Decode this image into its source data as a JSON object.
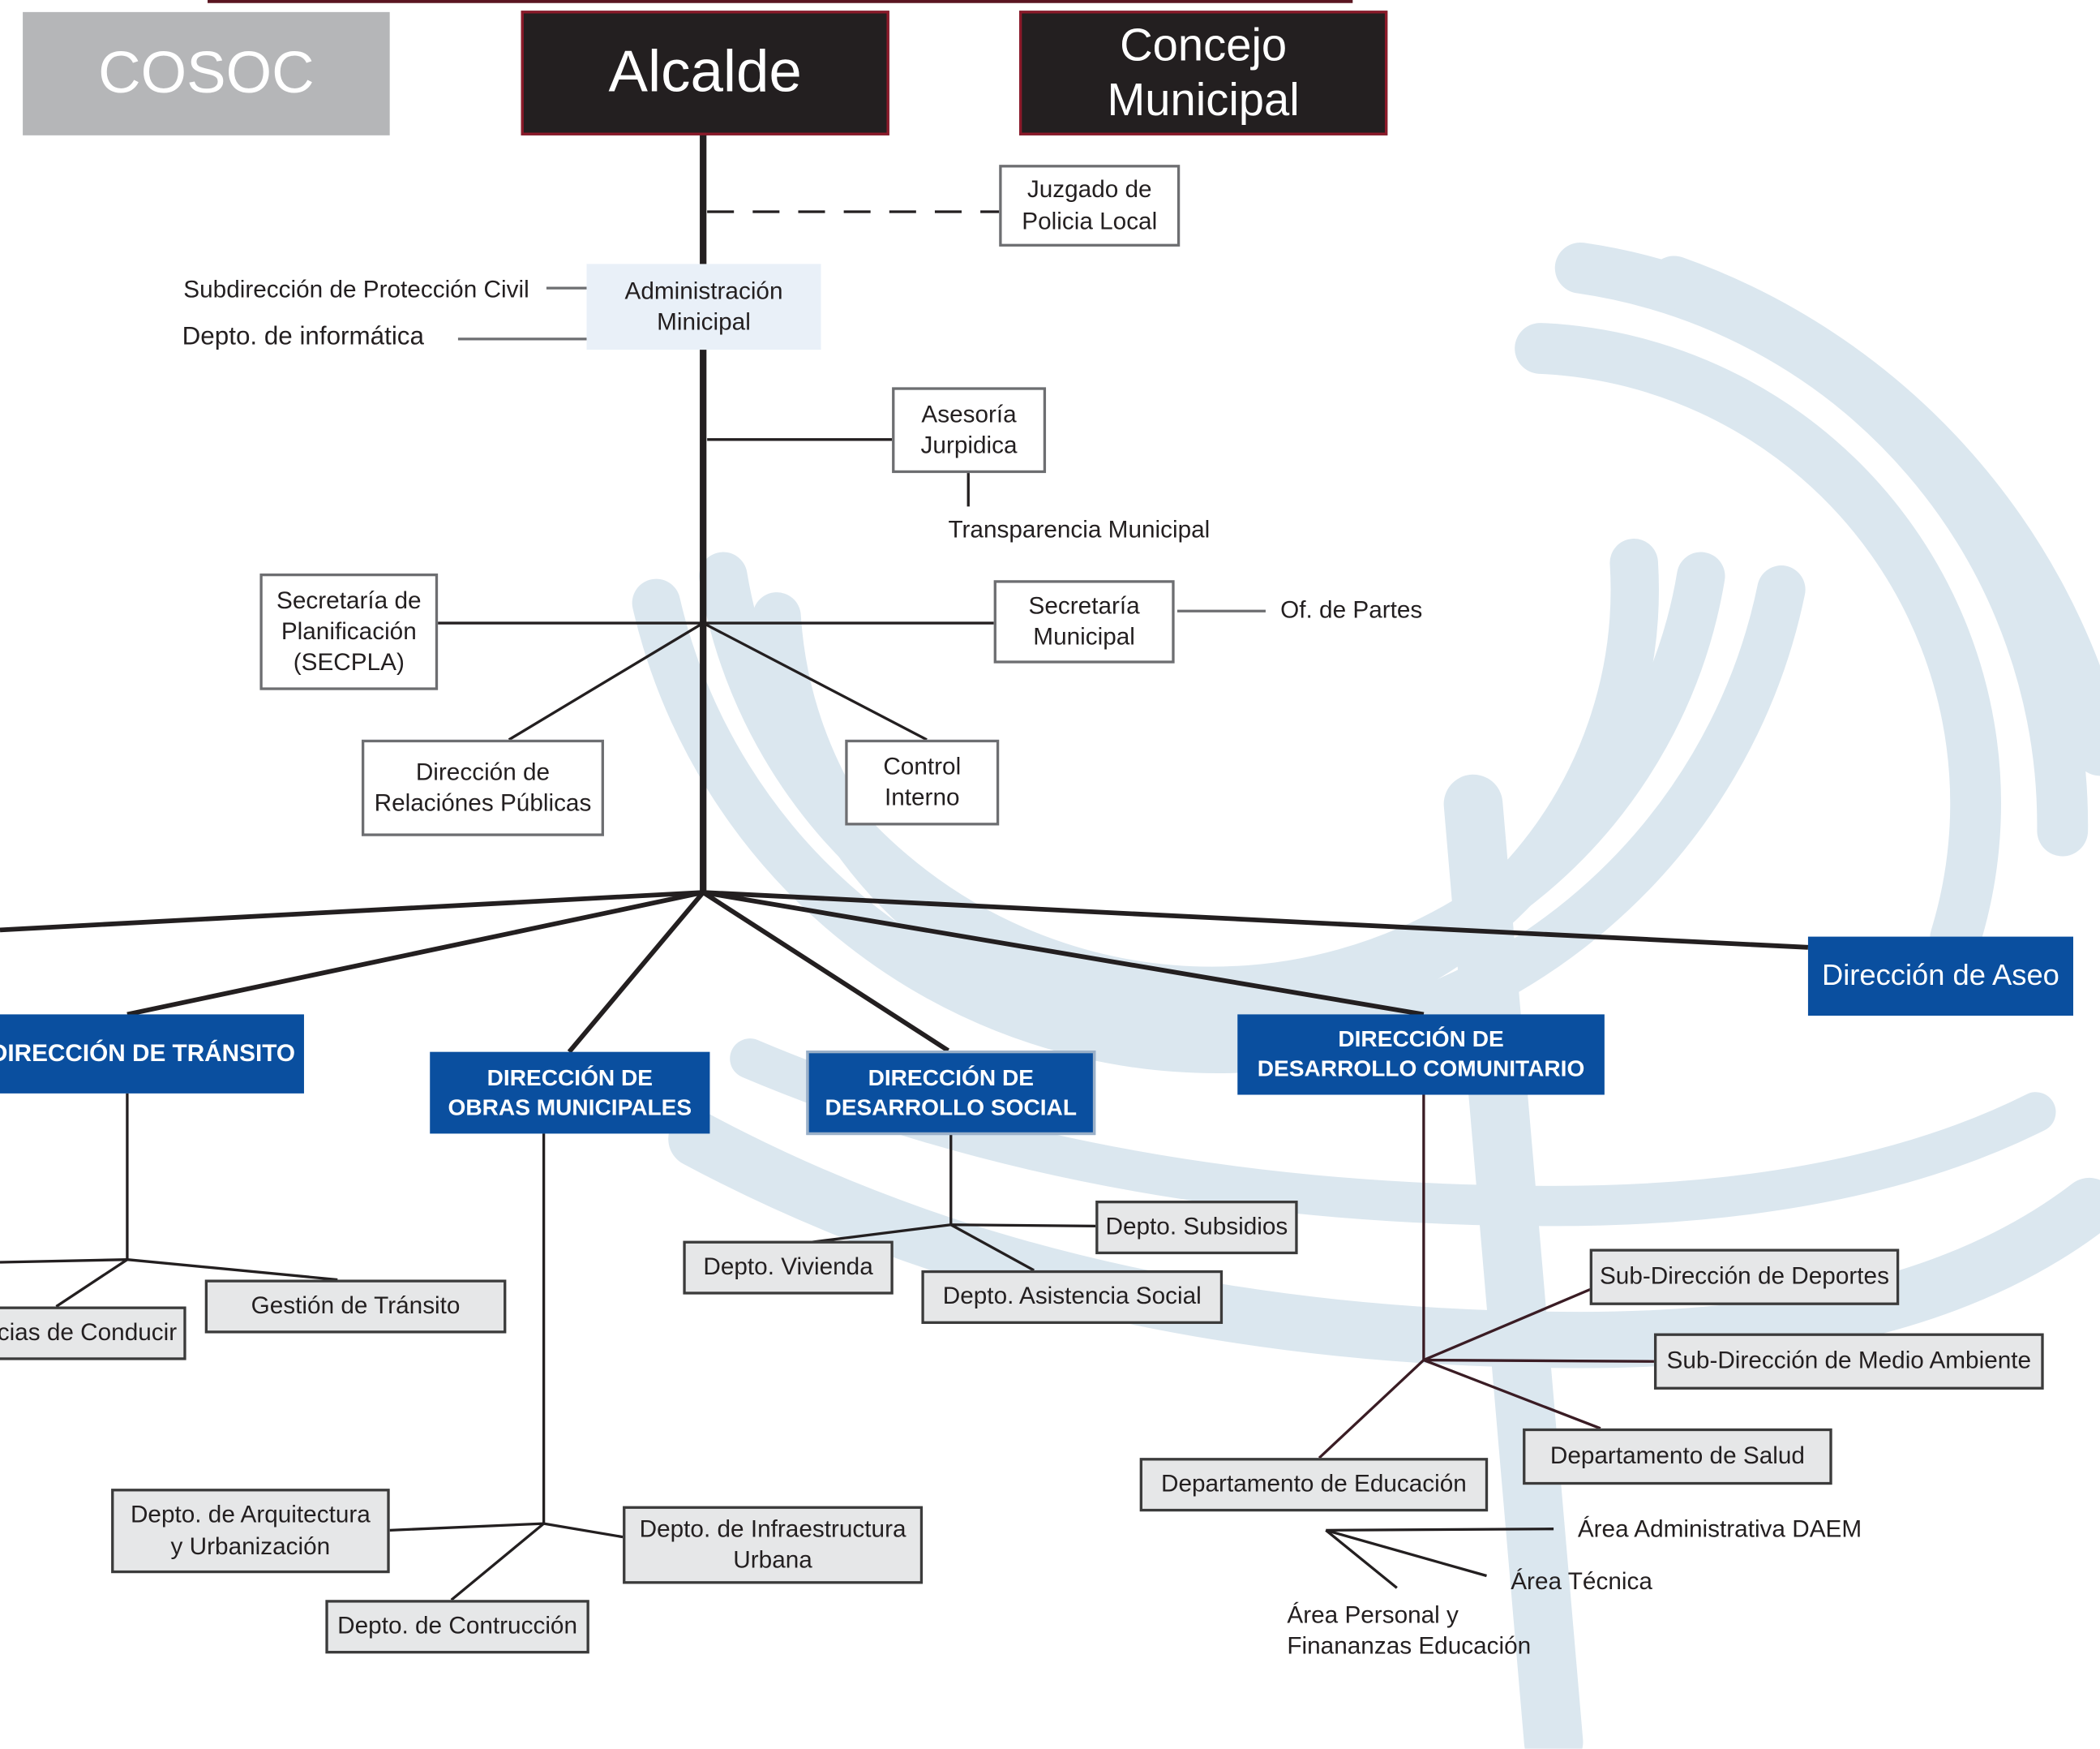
{
  "colors": {
    "dark": "#231f20",
    "grey": "#b5b6b8",
    "blue": "#0a4f9f",
    "tint": "#e9f0f8",
    "box_grey": "#e6e7e8",
    "watermark": "#dbe7ef"
  },
  "top": {
    "cosoc": "COSOC",
    "alcalde": "Alcalde",
    "concejo": "Concejo\nMunicipal"
  },
  "staff": {
    "juzgado": "Juzgado de\nPolicia Local",
    "admin": "Administración\nMinicipal",
    "proteccion_civil": "Subdirección de Protección Civil",
    "informatica": "Depto. de informática",
    "asesoria": "Asesoría\nJurpidica",
    "transparencia": "Transparencia Municipal",
    "secpla": "Secretaría de\nPlanificación\n(SECPLA)",
    "secretaria": "Secretaría\nMunicipal",
    "of_partes": "Of. de Partes",
    "rrpp": "Dirección de\nRelaciónes Públicas",
    "control": "Control\nInterno"
  },
  "directions": {
    "transito": "DIRECCIÓN DE TRÁNSITO",
    "obras": "DIRECCIÓN DE\nOBRAS MUNICIPALES",
    "social": "DIRECCIÓN DE\nDESARROLLO SOCIAL",
    "comunitario": "DIRECCIÓN DE\nDESARROLLO COMUNITARIO",
    "aseo": "Dirección de Aseo"
  },
  "transito_units": {
    "licencias": "cias de Conducir",
    "gestion": "Gestión de Tránsito"
  },
  "obras_units": {
    "arquitectura": "Depto. de Arquitectura\ny Urbanización",
    "infraestructura": "Depto. de Infraestructura\nUrbana",
    "construccion": "Depto. de Contrucción"
  },
  "social_units": {
    "vivienda": "Depto. Vivienda",
    "subsidios": "Depto. Subsidios",
    "asistencia": "Depto. Asistencia Social"
  },
  "comunitario_units": {
    "deportes": "Sub-Dirección de Deportes",
    "medio_ambiente": "Sub-Dirección de Medio Ambiente",
    "salud": "Departamento de Salud",
    "educacion": "Departamento de Educación"
  },
  "educacion_units": {
    "administrativa": "Área Administrativa DAEM",
    "tecnica": "Área Técnica",
    "personal": "Área Personal y\nFinananzas Educación"
  }
}
